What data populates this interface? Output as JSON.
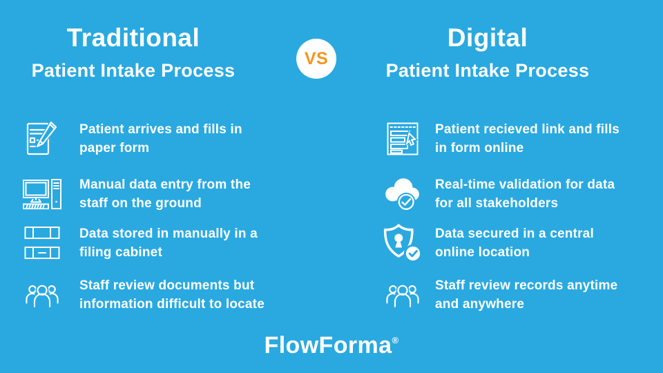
{
  "theme": {
    "background": "#29A9E0",
    "text": "#FFFFFF",
    "vs_text": "#F7941D",
    "vs_circle": "#FFFFFF",
    "icon_color": "#FFFFFF"
  },
  "header": {
    "traditional": {
      "title": "Traditional",
      "subtitle": "Patient Intake Process"
    },
    "vs": "VS",
    "digital": {
      "title": "Digital",
      "subtitle": "Patient Intake Process"
    }
  },
  "traditional_items": [
    {
      "icon": "paper-form-pencil-icon",
      "lines": [
        "Patient arrives and fills in",
        "paper form"
      ]
    },
    {
      "icon": "desktop-computer-icon",
      "lines": [
        "Manual data entry from the",
        "staff on the ground"
      ]
    },
    {
      "icon": "filing-cabinet-icon",
      "lines": [
        "Data stored in manually in a",
        "filing cabinet"
      ]
    },
    {
      "icon": "staff-group-icon",
      "lines": [
        "Staff review documents but",
        "information difficult to locate"
      ]
    }
  ],
  "digital_items": [
    {
      "icon": "online-form-cursor-icon",
      "lines": [
        "Patient recieved link and fills",
        "in form online"
      ]
    },
    {
      "icon": "cloud-check-icon",
      "lines": [
        "Real-time validation for data",
        "for all stakeholders"
      ]
    },
    {
      "icon": "shield-lock-check-icon",
      "lines": [
        "Data secured in a central",
        "online location"
      ]
    },
    {
      "icon": "staff-group-icon",
      "lines": [
        "Staff review records anytime",
        "and anywhere"
      ]
    }
  ],
  "footer": {
    "brand": "FlowForma",
    "registered_mark": "®"
  }
}
